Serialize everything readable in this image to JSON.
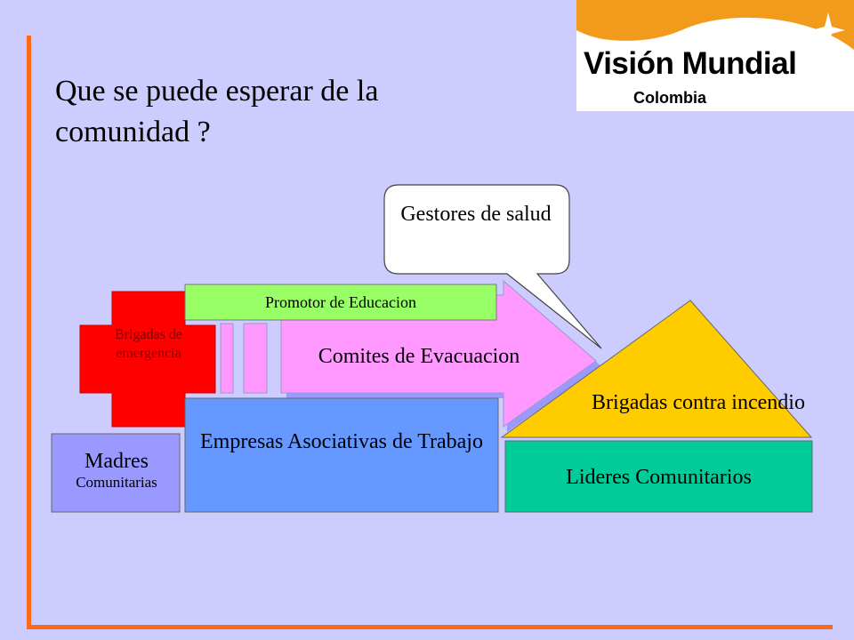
{
  "slide": {
    "title": "Que se puede esperar de la comunidad ?",
    "accent_color": "#ff6a1a",
    "background_color": "#ccccff"
  },
  "logo": {
    "name": "Visión Mundial",
    "country": "Colombia",
    "colors": {
      "swoosh": "#f29a1c",
      "star": "#ffffff"
    }
  },
  "diagram": {
    "callout": {
      "text": "Gestores de salud",
      "color": "#ffffff"
    },
    "arrow": {
      "text": "Comites de Evacuacion",
      "color": "#ff99ff"
    },
    "promotor": {
      "text": "Promotor de Educacion",
      "color": "#99ff66"
    },
    "brigadas_emergencia": {
      "text": "Brigadas de emergencia",
      "color": "#ff0000"
    },
    "triangle": {
      "text": "Brigadas contra incendio",
      "color": "#ffcc00"
    },
    "empresas": {
      "text": "Empresas Asociativas de Trabajo",
      "color": "#6699ff"
    },
    "madres": {
      "line1": "Madres",
      "line2": "Comunitarias",
      "color": "#9999ff"
    },
    "lideres": {
      "text": "Lideres Comunitarios",
      "color": "#00cc99"
    }
  }
}
